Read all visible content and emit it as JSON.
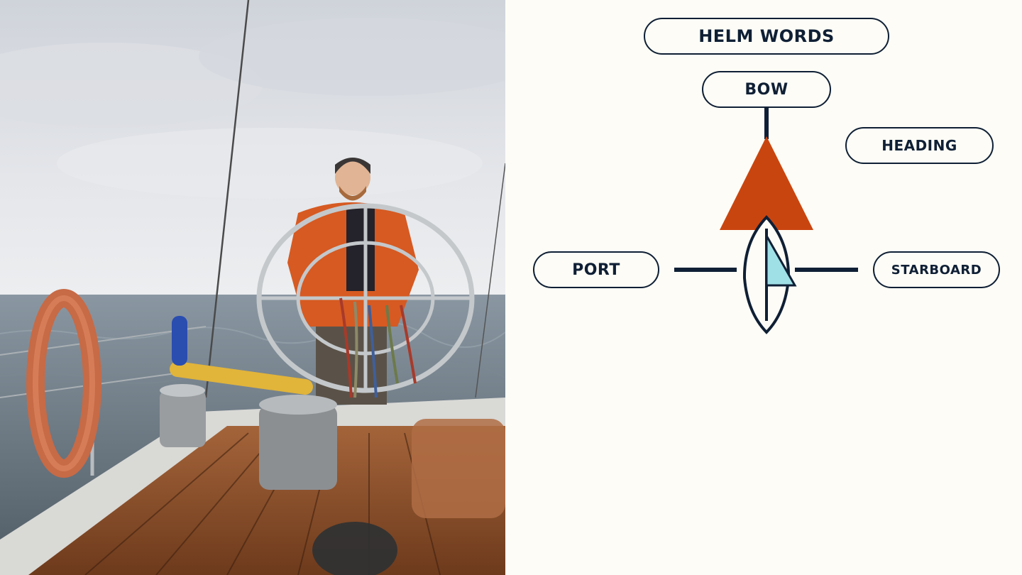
{
  "diagram": {
    "title": "HELM WORDS",
    "labels": {
      "bow": "BOW",
      "heading": "HEADING",
      "port": "PORT",
      "starboard": "STARBOARD"
    },
    "colors": {
      "ink": "#0f1f35",
      "heading_arrow": "#c9450f",
      "sail": "#9fe0e6",
      "background": "#fdfcf6"
    },
    "icons": {
      "heading_arrow": "triangle-arrow-icon",
      "boat": "sailboat-icon"
    }
  },
  "photo": {
    "subject": "sailor-at-helm-photo"
  }
}
